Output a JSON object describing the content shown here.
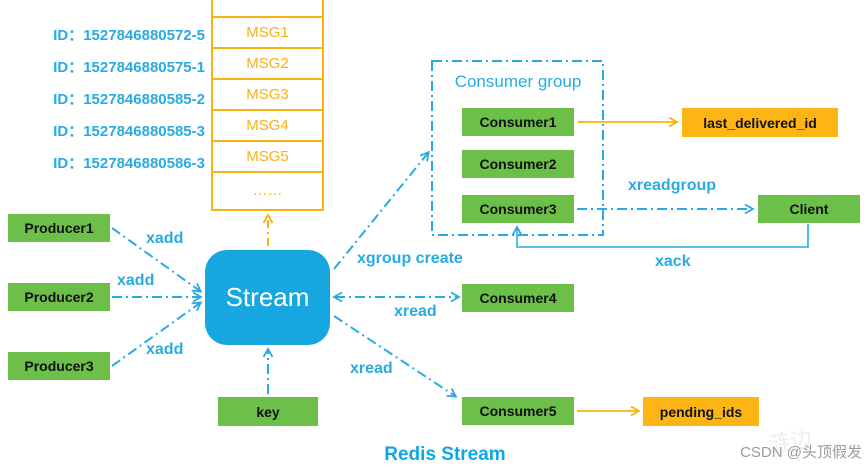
{
  "title": "Redis Stream",
  "watermark": "CSDN @头顶假发",
  "watermark_ghost": "涟边",
  "colors": {
    "blue": "#29ABE2",
    "green": "#6CC04A",
    "orange": "#FDB515",
    "orange_line": "#F9B112",
    "stream_fill": "#17A7E0",
    "title_blue": "#0FA6E9",
    "watermark_gray": "#9b9b9b"
  },
  "stream": "Stream",
  "key_label": "key",
  "ids": [
    "ID：1527846880572-5",
    "ID：1527846880575-1",
    "ID：1527846880585-2",
    "ID：1527846880585-3",
    "ID：1527846880586-3"
  ],
  "stack": {
    "messages": [
      "MSG1",
      "MSG2",
      "MSG3",
      "MSG4",
      "MSG5"
    ],
    "ellipsis": "……"
  },
  "producers": [
    "Producer1",
    "Producer2",
    "Producer3"
  ],
  "group": {
    "label": "Consumer group",
    "consumers": [
      "Consumer1",
      "Consumer2",
      "Consumer3"
    ]
  },
  "nodes": {
    "consumer4": "Consumer4",
    "consumer5": "Consumer5",
    "last_delivered_id": "last_delivered_id",
    "client": "Client",
    "pending_ids": "pending_ids"
  },
  "labels": {
    "xadd_1": "xadd",
    "xadd_2": "xadd",
    "xadd_3": "xadd",
    "xgroup_create": "xgroup create",
    "xread_1": "xread",
    "xread_2": "xread",
    "xreadgroup": "xreadgroup",
    "xack": "xack"
  }
}
